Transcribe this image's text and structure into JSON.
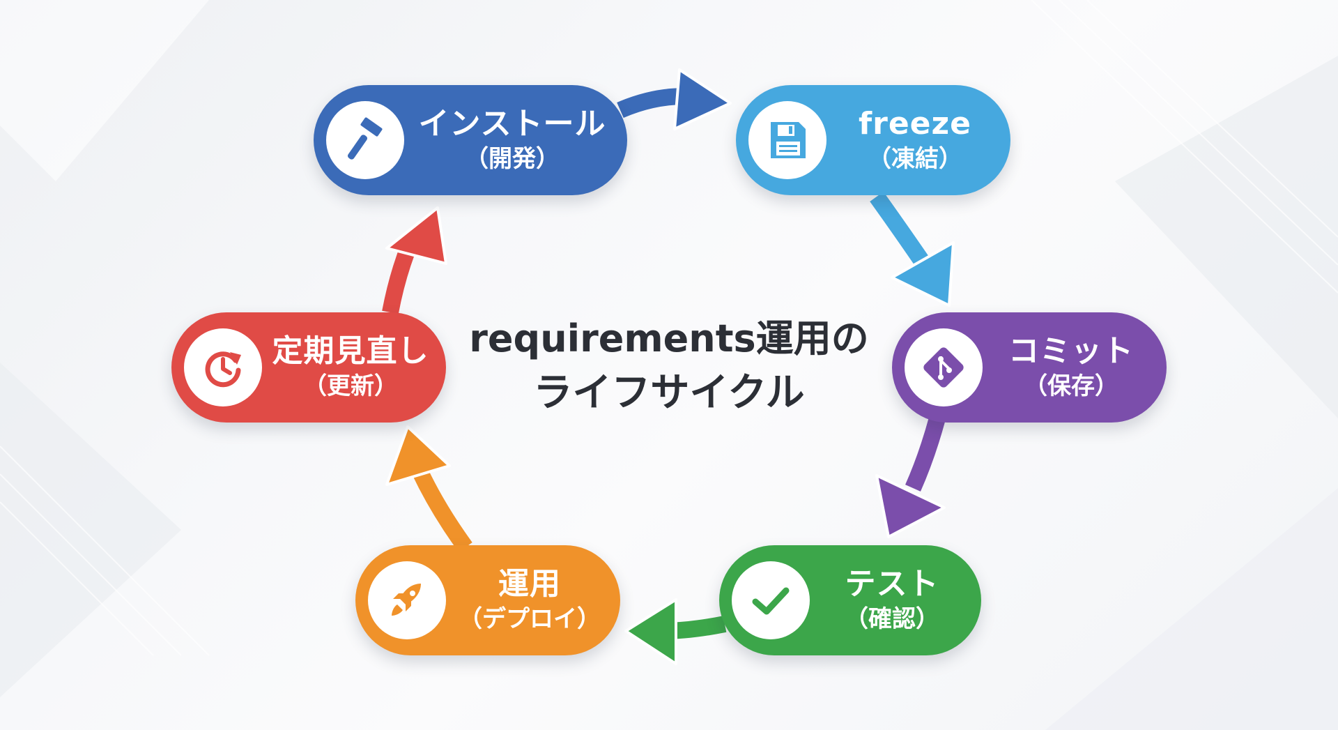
{
  "title": {
    "line1": "requirements運用の",
    "line2": "ライフサイクル"
  },
  "steps": [
    {
      "label": "インストール",
      "sub": "（開発）",
      "icon": "hammer-icon",
      "color": "#3b6bb8"
    },
    {
      "label": "freeze",
      "sub": "（凍結）",
      "icon": "floppy-disk-icon",
      "color": "#46a8df"
    },
    {
      "label": "コミット",
      "sub": "（保存）",
      "icon": "git-icon",
      "color": "#7b4eab"
    },
    {
      "label": "テスト",
      "sub": "（確認）",
      "icon": "checkmark-icon",
      "color": "#3ca64a"
    },
    {
      "label": "運用",
      "sub": "（デプロイ）",
      "icon": "rocket-icon",
      "color": "#f0922a"
    },
    {
      "label": "定期見直し",
      "sub": "（更新）",
      "icon": "refresh-clock-icon",
      "color": "#e04b46"
    }
  ]
}
